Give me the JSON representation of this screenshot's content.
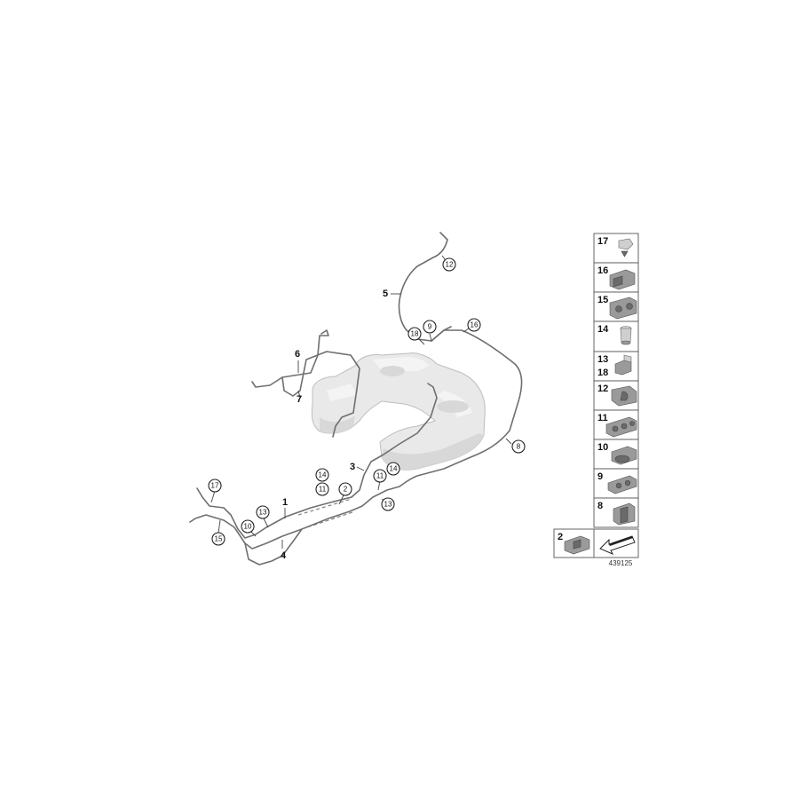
{
  "callouts": [
    {
      "id": "c12a",
      "label": "12"
    },
    {
      "id": "c9",
      "label": "9"
    },
    {
      "id": "c18",
      "label": "18"
    },
    {
      "id": "c16",
      "label": "16"
    },
    {
      "id": "c8",
      "label": "8"
    },
    {
      "id": "c14a",
      "label": "14"
    },
    {
      "id": "c11a",
      "label": "11"
    },
    {
      "id": "c14b",
      "label": "14"
    },
    {
      "id": "c11b",
      "label": "11"
    },
    {
      "id": "c2",
      "label": "2"
    },
    {
      "id": "c13a",
      "label": "13"
    },
    {
      "id": "c13b",
      "label": "13"
    },
    {
      "id": "c17",
      "label": "17"
    },
    {
      "id": "c10",
      "label": "10"
    },
    {
      "id": "c15",
      "label": "15"
    }
  ],
  "bold_labels": [
    {
      "id": "l5",
      "label": "5"
    },
    {
      "id": "l6",
      "label": "6"
    },
    {
      "id": "l7",
      "label": "7"
    },
    {
      "id": "l3",
      "label": "3"
    },
    {
      "id": "l1",
      "label": "1"
    },
    {
      "id": "l4",
      "label": "4"
    }
  ],
  "legend": [
    {
      "id": "p17",
      "numbers": [
        "17"
      ]
    },
    {
      "id": "p16",
      "numbers": [
        "16"
      ]
    },
    {
      "id": "p15",
      "numbers": [
        "15"
      ]
    },
    {
      "id": "p14",
      "numbers": [
        "14"
      ]
    },
    {
      "id": "p1318",
      "numbers": [
        "13",
        "18"
      ]
    },
    {
      "id": "p12",
      "numbers": [
        "12"
      ]
    },
    {
      "id": "p11",
      "numbers": [
        "11"
      ]
    },
    {
      "id": "p10",
      "numbers": [
        "10"
      ]
    },
    {
      "id": "p9",
      "numbers": [
        "9"
      ]
    },
    {
      "id": "p8",
      "numbers": [
        "8"
      ]
    },
    {
      "id": "p2",
      "numbers": [
        "2"
      ]
    }
  ],
  "drawing_number": "439125",
  "colors": {
    "pipe": "#6f6f6f",
    "tank": "#e9e9e9",
    "ink": "#111111"
  }
}
